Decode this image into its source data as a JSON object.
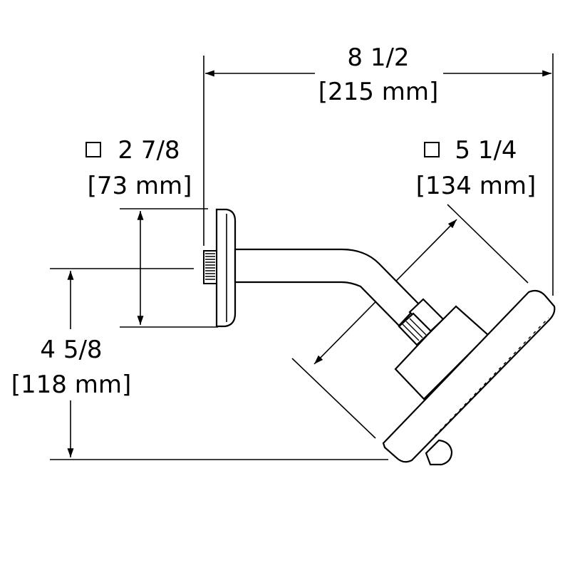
{
  "dimensions": {
    "overall_width": {
      "fraction": "8 1/2",
      "metric": "[215 mm]"
    },
    "flange_square": {
      "symbol": "☐",
      "fraction": "2 7/8",
      "metric": "[73 mm]"
    },
    "head_square": {
      "symbol": "☐",
      "fraction": "5 1/4",
      "metric": "[134 mm]"
    },
    "drop_height": {
      "fraction": "4 5/8",
      "metric": "[118 mm]"
    }
  }
}
